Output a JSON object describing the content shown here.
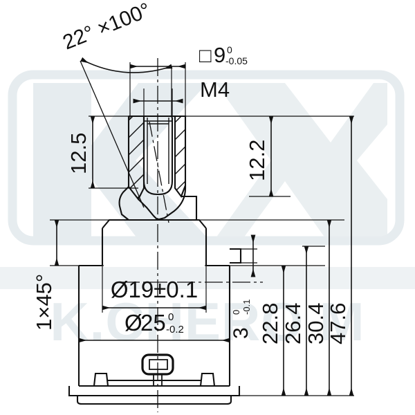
{
  "drawing": {
    "title": "Technical part cross-section drawing",
    "type": "engineering-drawing",
    "units": "mm",
    "line_color": "#111111",
    "watermark_color": "#e6ecef",
    "background_color": "#ffffff"
  },
  "watermark": {
    "brand_text": "K.CHERO M",
    "logo_letter": "K",
    "color": "#e6ecef"
  },
  "dimensions": {
    "angle_callout": {
      "value": "22° ×100°",
      "name": "angle-22-x-100"
    },
    "square_9": {
      "symbol": "□",
      "value": "9",
      "tol_upper": "0",
      "tol_lower": "-0.05",
      "name": "square-9-width"
    },
    "thread": {
      "value": "M4",
      "name": "thread-m4"
    },
    "height_12_5": {
      "value": "12.5",
      "name": "height-12-5"
    },
    "height_12_2": {
      "value": "12.2",
      "name": "height-12-2"
    },
    "chamfer": {
      "value": "1×45°",
      "name": "chamfer-1x45"
    },
    "dia_19": {
      "value": "Ø19±0.1",
      "name": "diameter-19"
    },
    "dia_25": {
      "symbol": "Ø",
      "value": "25",
      "tol_upper": "0",
      "tol_lower": "-0.2",
      "name": "diameter-25"
    },
    "height_3": {
      "value": "3",
      "tol_upper": "0",
      "tol_lower": "-0.1",
      "name": "height-3"
    },
    "height_22_8": {
      "value": "22.8",
      "name": "height-22-8"
    },
    "height_26_4": {
      "value": "26.4",
      "name": "height-26-4"
    },
    "height_30_4": {
      "value": "30.4",
      "name": "height-30-4"
    },
    "height_47_6": {
      "value": "47.6",
      "name": "height-47-6"
    }
  }
}
